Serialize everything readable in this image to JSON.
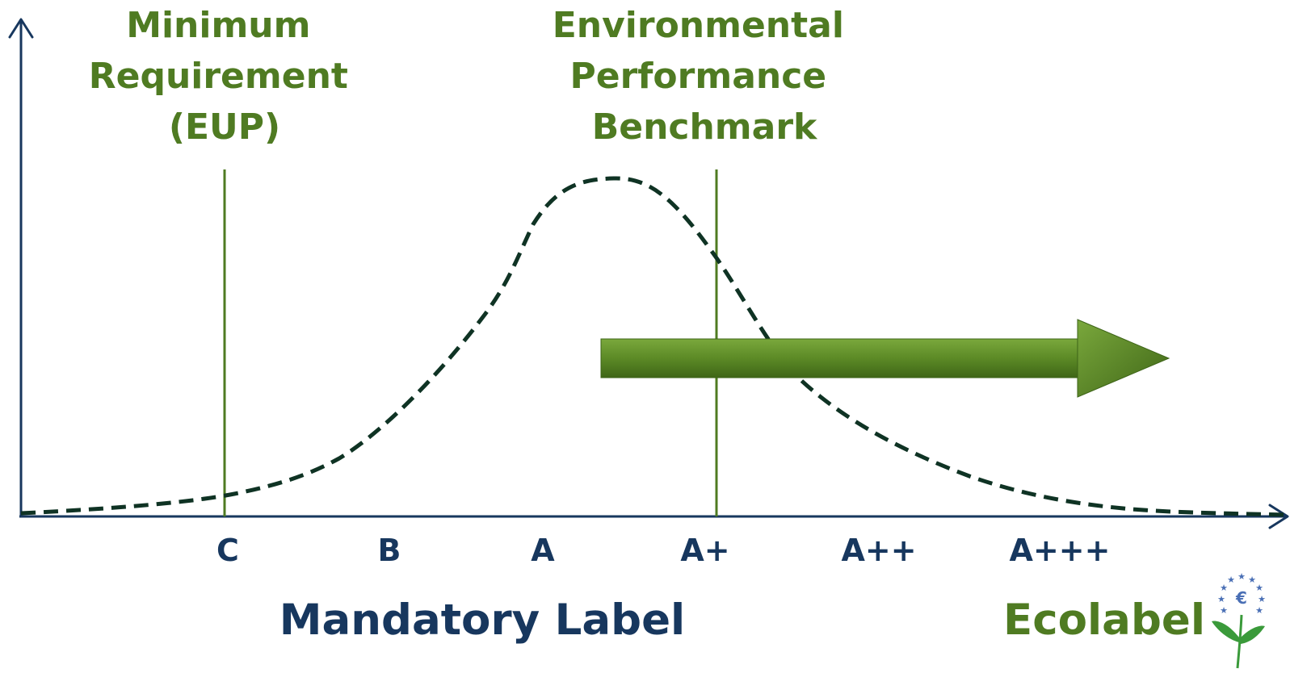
{
  "annotations": {
    "minimum_requirement": [
      "Minimum",
      "Requirement",
      "(EUP)"
    ],
    "benchmark": [
      "Environmental",
      "Performance",
      "Benchmark"
    ]
  },
  "categories": [
    "C",
    "B",
    "A",
    "A+",
    "A++",
    "A+++"
  ],
  "labels": {
    "mandatory": "Mandatory Label",
    "ecolabel": "Ecolabel"
  },
  "colors": {
    "axis": "#17375e",
    "curve": "#0f3324",
    "green": "#4f7b22",
    "arrow_light": "#6f9e35",
    "arrow_dark": "#3d6418",
    "category_text": "#17375e"
  },
  "icons": {
    "ecolabel_logo": "eu-ecolabel-flower-icon"
  }
}
